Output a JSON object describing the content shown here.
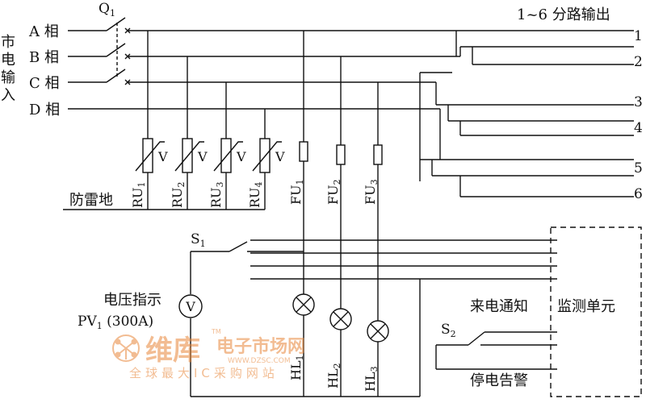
{
  "mains": {
    "title_chars": [
      "市",
      "电",
      "输",
      "入"
    ],
    "phases": [
      "A 相",
      "B 相",
      "C 相",
      "D 相"
    ]
  },
  "breaker": {
    "label": "Q",
    "sub": "1"
  },
  "output": {
    "title": "1~6 分路输出",
    "numbers": [
      "1",
      "2",
      "3",
      "4",
      "5",
      "6"
    ]
  },
  "arresters": [
    {
      "prefix": "RU",
      "sub": "1",
      "symbol": "V"
    },
    {
      "prefix": "RU",
      "sub": "2",
      "symbol": "V"
    },
    {
      "prefix": "RU",
      "sub": "3",
      "symbol": "V"
    },
    {
      "prefix": "RU",
      "sub": "4",
      "symbol": "V"
    }
  ],
  "fuses": [
    {
      "prefix": "FU",
      "sub": "1"
    },
    {
      "prefix": "FU",
      "sub": "2"
    },
    {
      "prefix": "FU",
      "sub": "3"
    }
  ],
  "lightning_ground": "防雷地",
  "switch_s1": {
    "label": "S",
    "sub": "1"
  },
  "voltmeter": {
    "symbol": "V",
    "label_line1": "电压指示",
    "label_line2_prefix": "PV",
    "label_line2_sub": "1",
    "label_line2_suffix": " (300A)"
  },
  "lamps": [
    {
      "prefix": "HL",
      "sub": "1"
    },
    {
      "prefix": "HL",
      "sub": "2"
    },
    {
      "prefix": "HL",
      "sub": "3"
    }
  ],
  "monitor": {
    "title": "监测单元",
    "power_on_notice": "来电通知",
    "power_off_alarm": "停电告警"
  },
  "switch_s2": {
    "label": "S",
    "sub": "2"
  },
  "watermark": {
    "brand": "维库",
    "brand_tm": "TM",
    "line1": "电子市场网",
    "url": "WWW.DZSC.COM",
    "line2": "全球最大IC采购网站"
  },
  "colors": {
    "line": "#111111",
    "watermark": "#e8873a"
  }
}
